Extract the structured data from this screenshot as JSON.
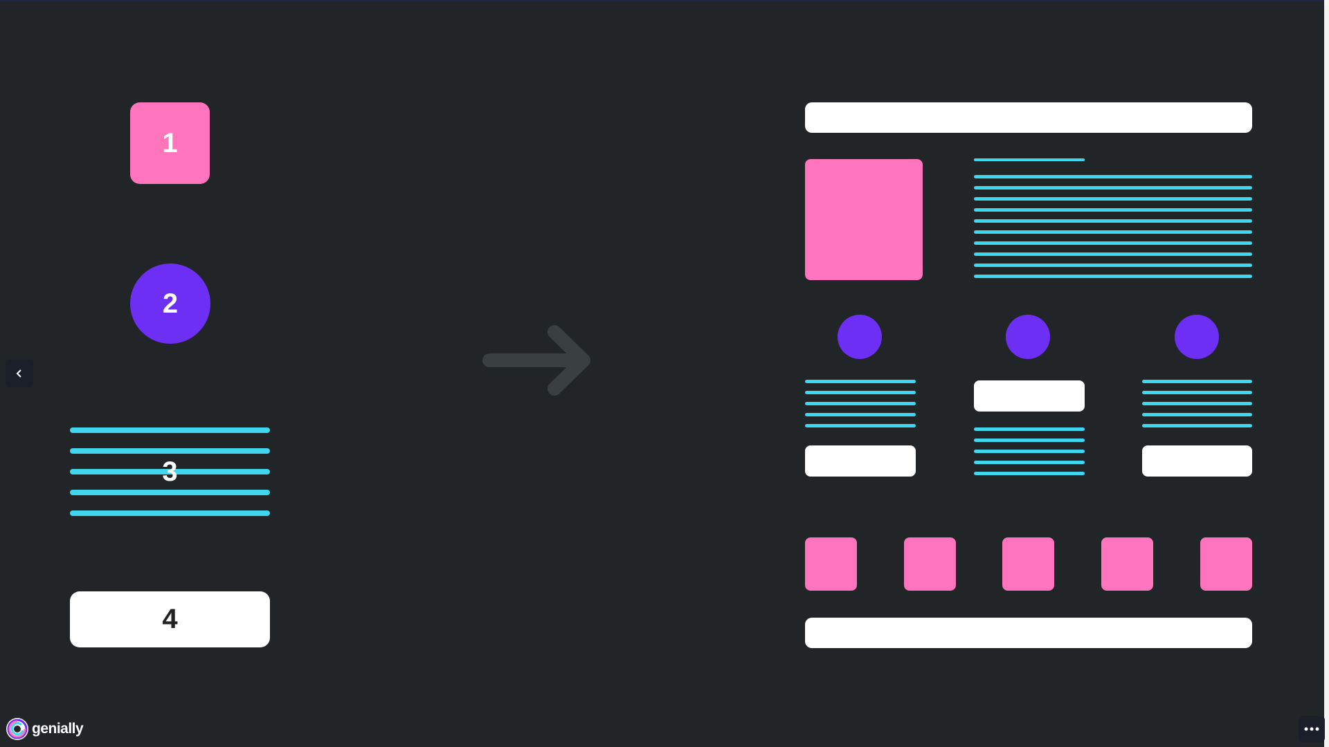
{
  "legend": {
    "image_block": "1",
    "icon_block": "2",
    "text_block": "3",
    "button_block": "4"
  },
  "branding": {
    "logo_text": "genially"
  },
  "icons": {
    "prev": "chevron-left-icon",
    "arrow": "arrow-right-icon",
    "more": "more-horizontal-icon",
    "logo": "genially-logo-icon"
  },
  "colors": {
    "background": "#222527",
    "pink": "#ff75bd",
    "purple": "#6e2ff5",
    "cyan": "#3fd6ee",
    "white": "#ffffff",
    "arrow": "#3a3f42"
  }
}
